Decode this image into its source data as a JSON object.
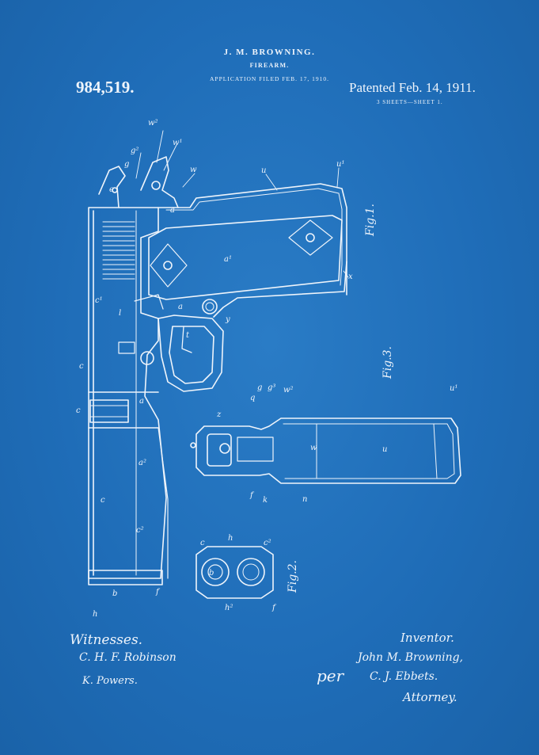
{
  "header": {
    "inventor_name": "J. M. BROWNING.",
    "title": "FIREARM.",
    "application": "APPLICATION FILED FEB. 17, 1910."
  },
  "patent": {
    "number": "984,519.",
    "date": "Patented Feb. 14, 1911.",
    "sheets": "3 SHEETS—SHEET 1."
  },
  "figures": {
    "fig1": "Fig.1.",
    "fig2": "Fig.2.",
    "fig3": "Fig.3."
  },
  "reference_letters": {
    "w2": "w²",
    "w1": "w¹",
    "g2": "g²",
    "g": "g",
    "w": "w",
    "u": "u",
    "u1": "u¹",
    "e": "e",
    "a": "a",
    "a1": "a¹",
    "x": "x",
    "c1": "c¹",
    "l": "l",
    "t": "t",
    "y": "y",
    "c": "c",
    "a2": "a²",
    "c2": "c²",
    "f": "f",
    "b": "b",
    "h": "h",
    "k": "k",
    "n": "n",
    "h2": "h²",
    "g3": "g³",
    "z": "z",
    "q": "q"
  },
  "signatures": {
    "witnesses_label": "Witnesses.",
    "witness_1": "C. H. F. Robinson",
    "witness_2": "K. Powers.",
    "inventor_label": "Inventor.",
    "inventor_signature": "John M. Browning,",
    "per": "per",
    "attorney_signature": "C. J. Ebbets.",
    "attorney_label": "Attorney."
  },
  "colors": {
    "background": "#1f6db8",
    "ink": "#eef4fb"
  }
}
